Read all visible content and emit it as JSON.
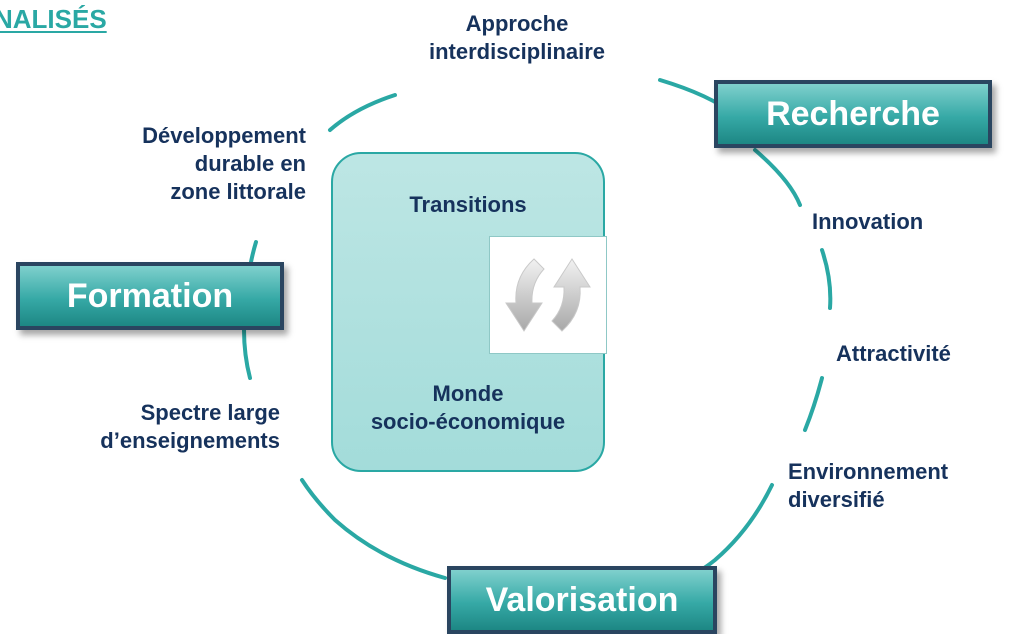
{
  "header": {
    "title": "NALISÉS"
  },
  "pillars": {
    "recherche": "Recherche",
    "formation": "Formation",
    "valorisation": "Valorisation"
  },
  "labels": {
    "interdisciplinaire": "Approche\ninterdisciplinaire",
    "developpement": "Développement\ndurable en\nzone littorale",
    "innovation": "Innovation",
    "attractivite": "Attractivité",
    "environnement": "Environnement\ndiversifié",
    "spectre": "Spectre large\nd’enseignements"
  },
  "center": {
    "title": "Transitions",
    "subtitle": "Monde\nsocio-économique",
    "icon": "refresh-arrows-icon"
  },
  "colors": {
    "teal": "#2aa8a4",
    "navy_text": "#16325c",
    "box_fill": "#a9dedb",
    "pillar_border": "#2a4560"
  }
}
